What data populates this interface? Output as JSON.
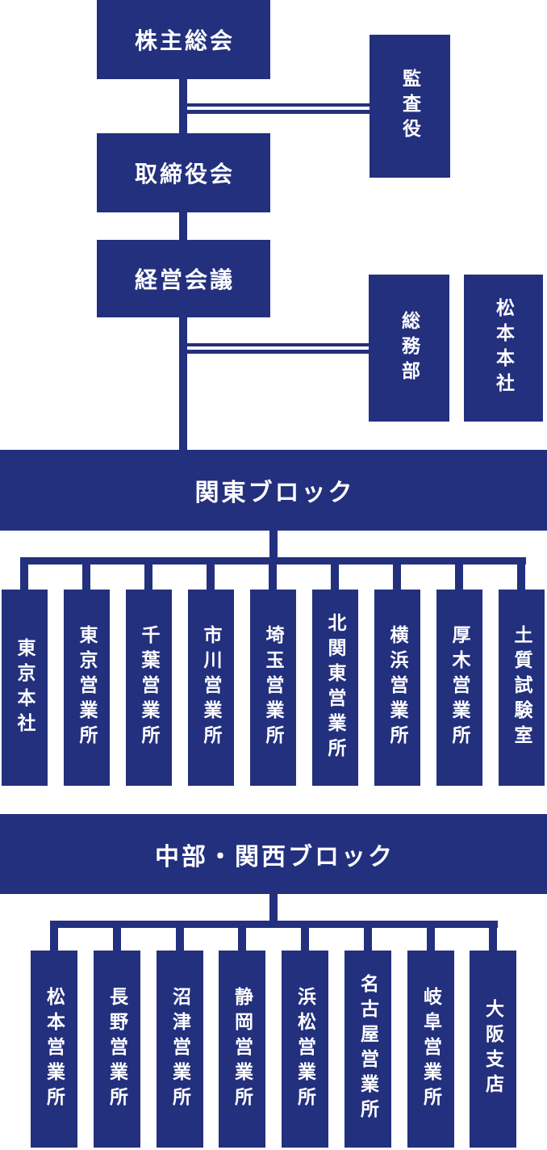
{
  "palette": {
    "node_blue": "#23307e",
    "text_white": "#ffffff",
    "background": "#ffffff"
  },
  "org": {
    "shareholders": "株主総会",
    "auditor": "監査役",
    "board": "取締役会",
    "management": "経営会議",
    "general_affairs": "総務部",
    "matsumoto_hq": "松本本社",
    "kanto": {
      "label": "関東ブロック",
      "children": [
        "東京本社",
        "東京営業所",
        "千葉営業所",
        "市川営業所",
        "埼玉営業所",
        "北関東営業所",
        "横浜営業所",
        "厚木営業所",
        "土質試験室"
      ]
    },
    "chubu_kansai": {
      "label": "中部・関西ブロック",
      "children": [
        "松本営業所",
        "長野営業所",
        "沼津営業所",
        "静岡営業所",
        "浜松営業所",
        "名古屋営業所",
        "岐阜営業所",
        "大阪支店"
      ]
    }
  }
}
